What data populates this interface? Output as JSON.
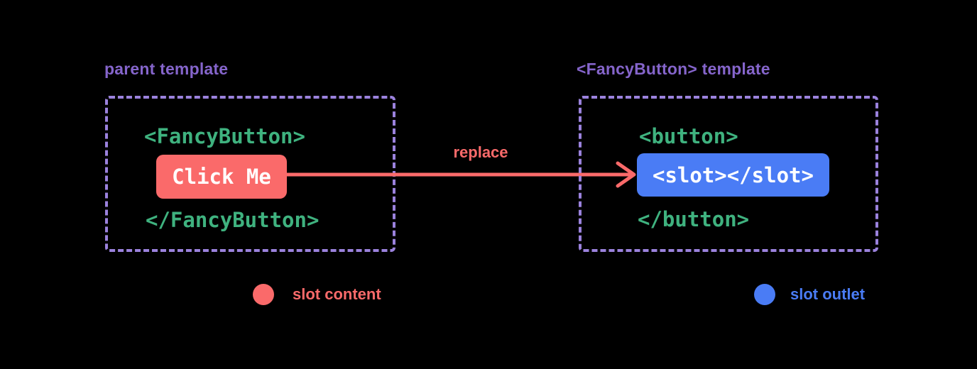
{
  "colors": {
    "background": "#000000",
    "purple": "#8565cb",
    "purple_border": "#9b82dd",
    "green": "#3fb27f",
    "red": "#fa6a6a",
    "blue": "#4a7cf5",
    "white": "#ffffff"
  },
  "left_panel": {
    "title": "parent template",
    "open_tag": "<FancyButton>",
    "button_label": "Click Me",
    "close_tag": "</FancyButton>"
  },
  "arrow": {
    "label": "replace"
  },
  "right_panel": {
    "title": "<FancyButton> template",
    "open_tag": "<button>",
    "slot_label": "<slot></slot>",
    "close_tag": "</button>"
  },
  "legend": {
    "slot_content": {
      "label": "slot content",
      "color": "#fa6a6a"
    },
    "slot_outlet": {
      "label": "slot outlet",
      "color": "#4a7cf5"
    }
  }
}
